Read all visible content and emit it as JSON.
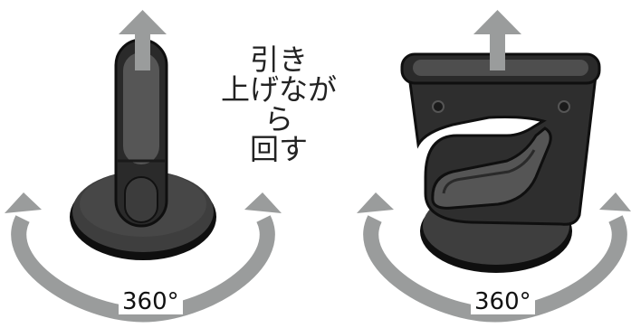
{
  "instruction": {
    "line1": "引き",
    "line2": "上げながら",
    "line3": "回す"
  },
  "left_rotation_label": "360°",
  "right_rotation_label": "360°",
  "icons": [
    "up-arrow-icon",
    "rotate-arrow-icon"
  ],
  "colors": {
    "arrow": "#9a9c9c",
    "device_dark": "#2e2e2e",
    "device_mid": "#4a4a4a",
    "outline": "#0f0f0f"
  }
}
